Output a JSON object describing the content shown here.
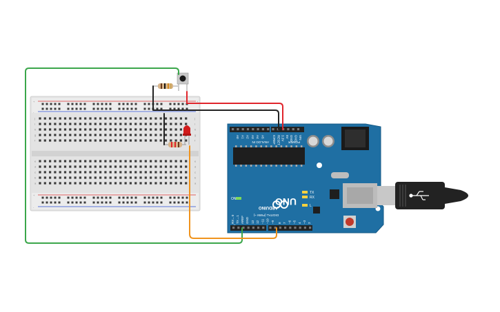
{
  "board": {
    "brand": "ARDUINO",
    "model": "UNO",
    "digital_label": "DIGITAL (PWM ~)",
    "power_label": "POWER",
    "analog_label": "ANALOG IN",
    "on_label": "ON",
    "tx_label": "TX",
    "rx_label": "RX",
    "l_label": "L",
    "aref_label": "AREF",
    "gnd_label": "GND",
    "tx_pin_label": "TX→1",
    "rx_pin_label": "RX←0",
    "power_pins": [
      "IOREF",
      "RESET",
      "3.3V",
      "5V",
      "GND",
      "GND",
      "VIN"
    ],
    "analog_pins": [
      "A0",
      "A1",
      "A2",
      "A3",
      "A4",
      "A5"
    ],
    "digital_pins": [
      "13",
      "12",
      "~11",
      "~10",
      "~9",
      "8",
      "7",
      "~6",
      "~5",
      "4",
      "~3",
      "2"
    ]
  },
  "breadboard": {
    "row_letters_top": [
      "j",
      "i",
      "h",
      "g",
      "f"
    ],
    "row_letters_bottom": [
      "e",
      "d",
      "c",
      "b",
      "a"
    ],
    "plus": "+",
    "minus": "-"
  },
  "colors": {
    "board": "#1f6fa3",
    "breadboard": "#e2e2e2",
    "wire_red": "#e0242b",
    "wire_black": "#222222",
    "wire_green": "#3aa64a",
    "wire_orange": "#f0931c",
    "led": "#d11b1b"
  }
}
